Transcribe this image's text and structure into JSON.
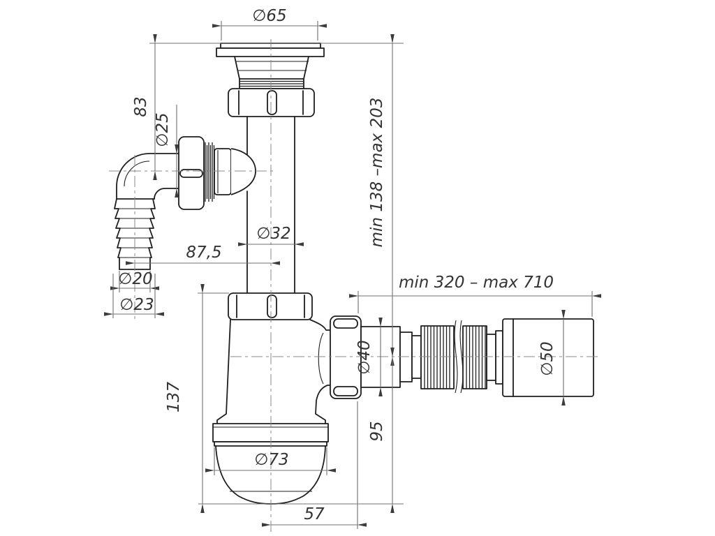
{
  "drawing": {
    "kind": "bottle-trap-siphon-technical-drawing",
    "background_color": "#ffffff",
    "outline_color": "#1e1e1e",
    "dimension_line_color": "#707070",
    "text_color": "#333333",
    "dimensions": {
      "top_diameter": "∅65",
      "inlet_height": "83",
      "inlet_diameter": "∅25",
      "branch_offset": "87,5",
      "pipe_diameter": "∅32",
      "hose_tip_diameter": "∅20",
      "hose_barb_diameter": "∅23",
      "height_range": "min 138 –max 203",
      "outlet_length_range": "min 320 – max 710",
      "outlet_nut_diameter": "∅40",
      "outlet_end_diameter": "∅50",
      "body_height": "137",
      "outlet_drop": "95",
      "cup_diameter": "∅73",
      "outlet_offset": "57"
    }
  }
}
